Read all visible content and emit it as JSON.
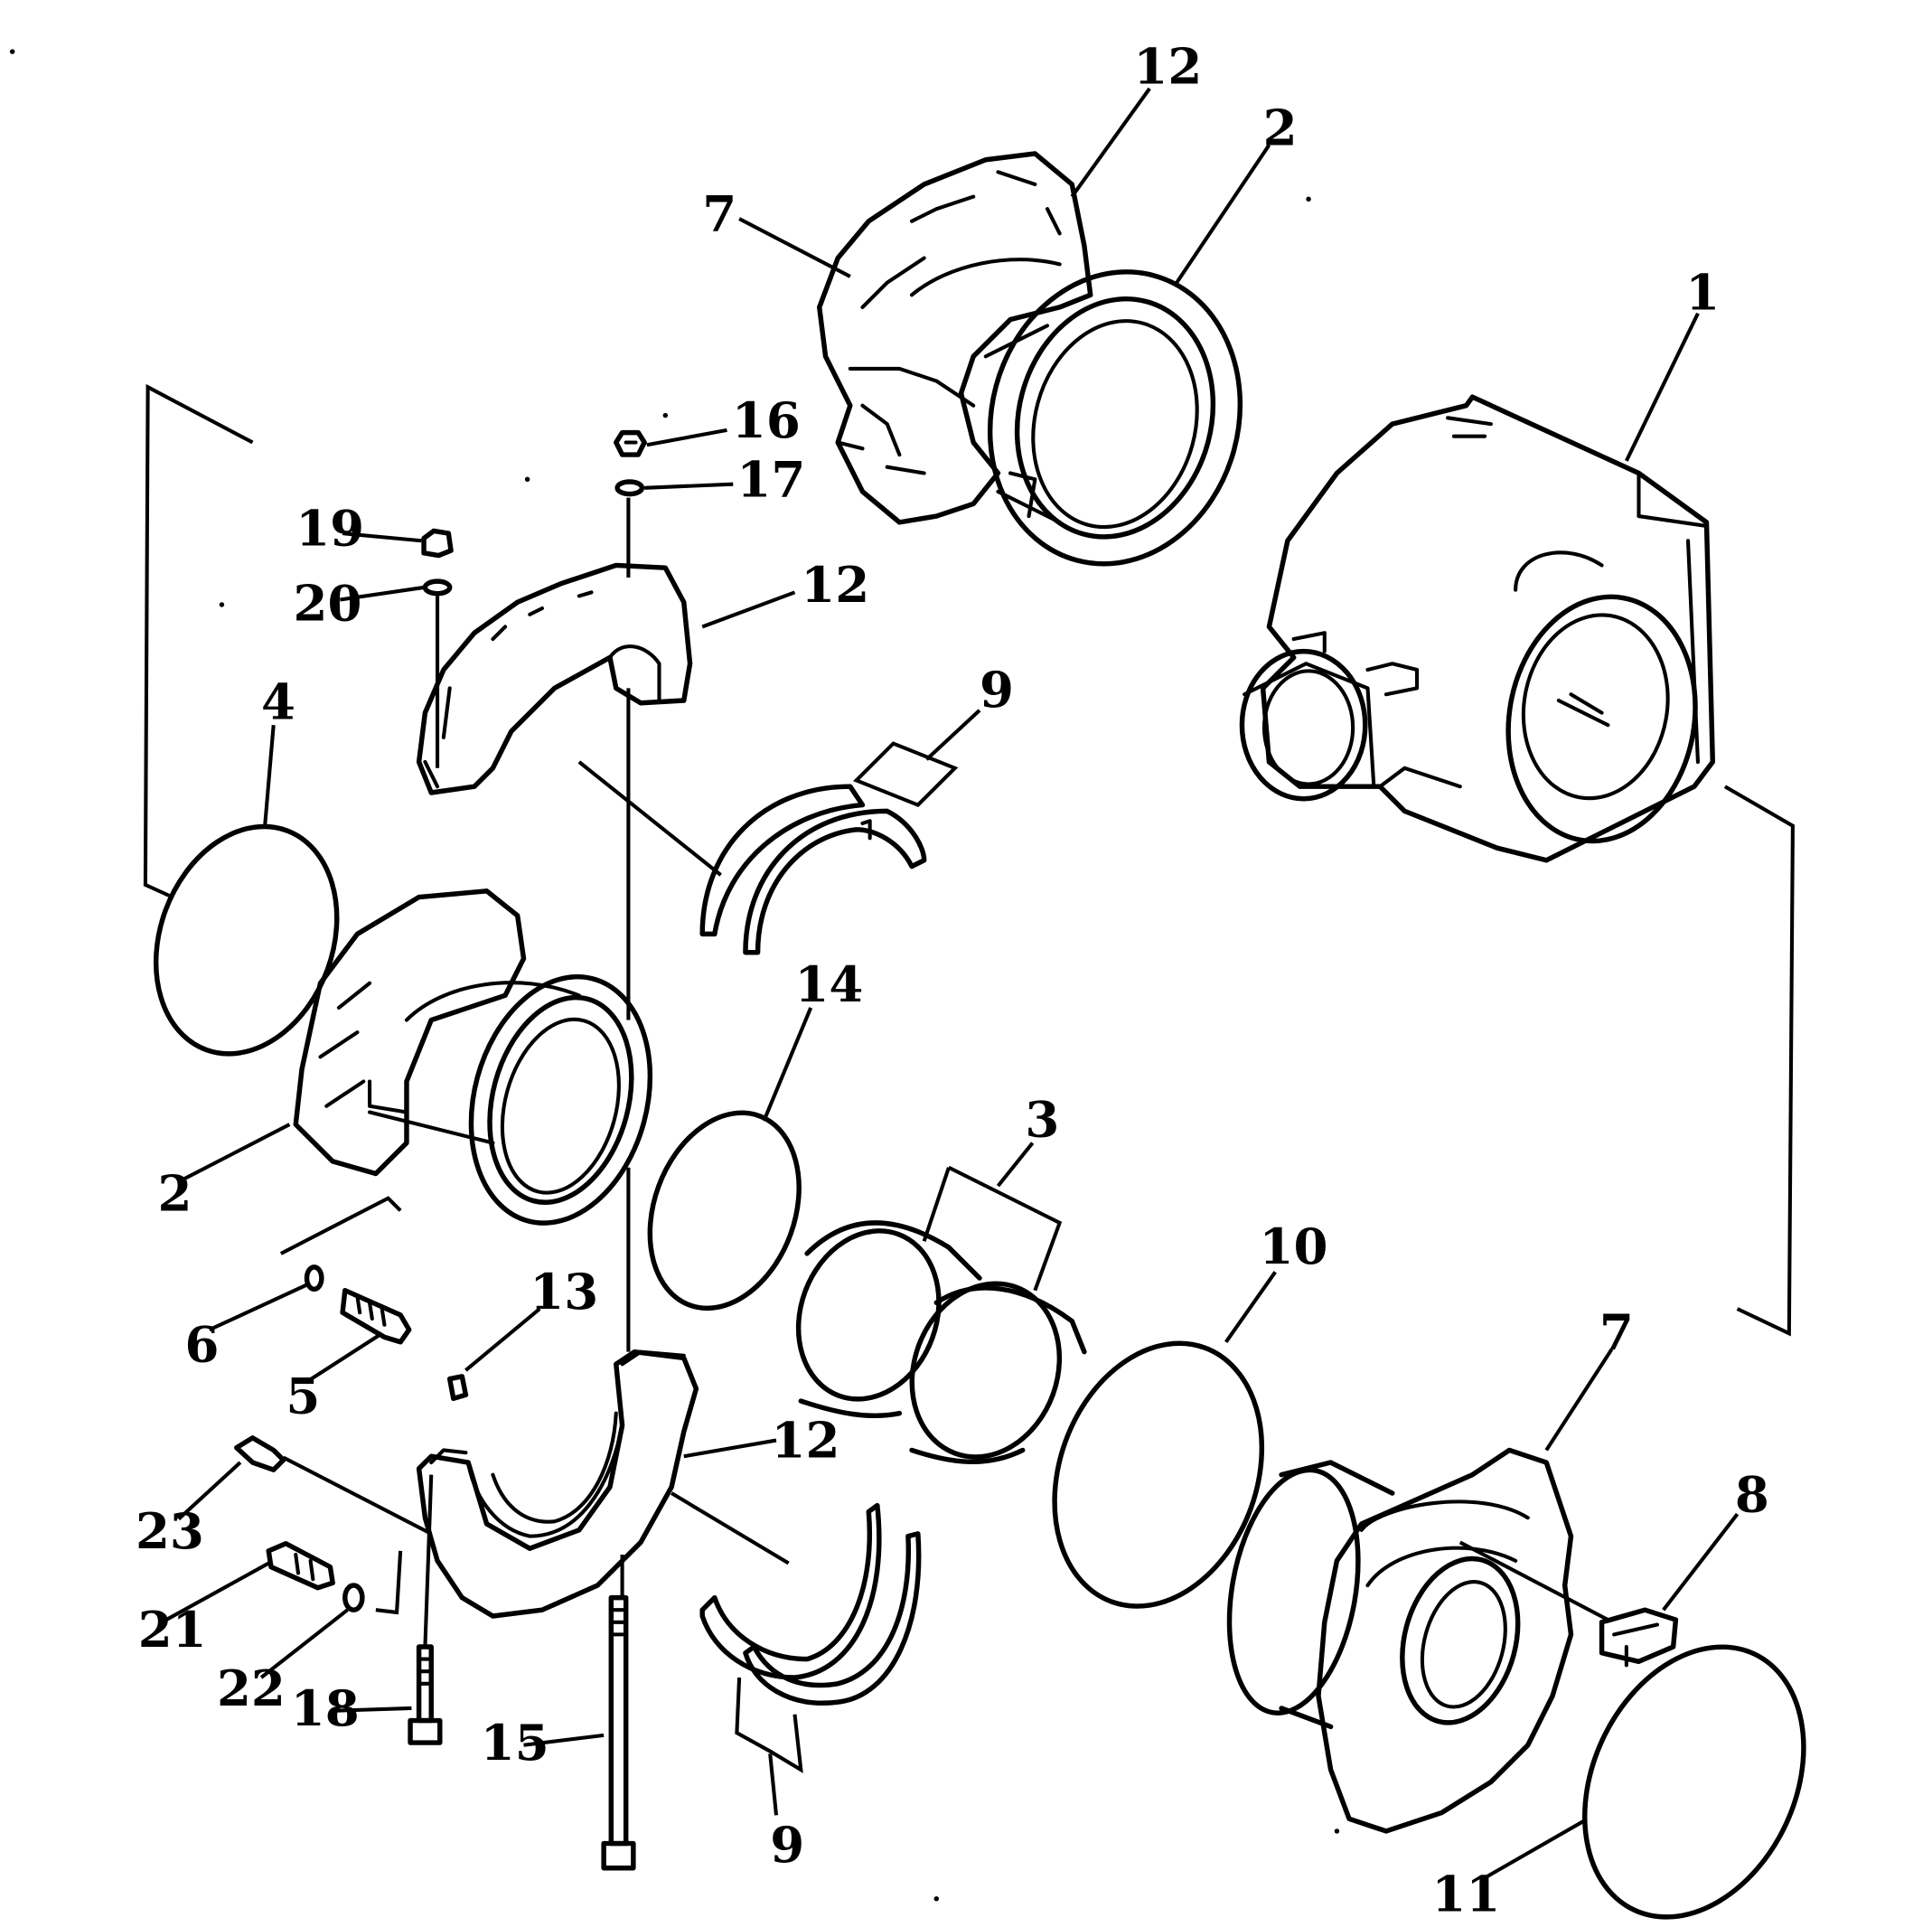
{
  "colors": {
    "line": "#000000",
    "background": "#ffffff"
  },
  "callouts": [
    {
      "id": "c12-top",
      "label": "12"
    },
    {
      "id": "c2-top",
      "label": "2"
    },
    {
      "id": "c7-top",
      "label": "7"
    },
    {
      "id": "c1",
      "label": "1"
    },
    {
      "id": "c16",
      "label": "16"
    },
    {
      "id": "c17",
      "label": "17"
    },
    {
      "id": "c19",
      "label": "19"
    },
    {
      "id": "c20",
      "label": "20"
    },
    {
      "id": "c12-mid",
      "label": "12"
    },
    {
      "id": "c9-top",
      "label": "9"
    },
    {
      "id": "c4",
      "label": "4"
    },
    {
      "id": "c14",
      "label": "14"
    },
    {
      "id": "c3",
      "label": "3"
    },
    {
      "id": "c2-left",
      "label": "2"
    },
    {
      "id": "c10",
      "label": "10"
    },
    {
      "id": "c6",
      "label": "6"
    },
    {
      "id": "c5",
      "label": "5"
    },
    {
      "id": "c13",
      "label": "13"
    },
    {
      "id": "c7-bottom",
      "label": "7"
    },
    {
      "id": "c8",
      "label": "8"
    },
    {
      "id": "c12-bottom",
      "label": "12"
    },
    {
      "id": "c23",
      "label": "23"
    },
    {
      "id": "c21",
      "label": "21"
    },
    {
      "id": "c22",
      "label": "22"
    },
    {
      "id": "c18",
      "label": "18"
    },
    {
      "id": "c15",
      "label": "15"
    },
    {
      "id": "c9-bottom",
      "label": "9"
    },
    {
      "id": "c11",
      "label": "11"
    }
  ]
}
